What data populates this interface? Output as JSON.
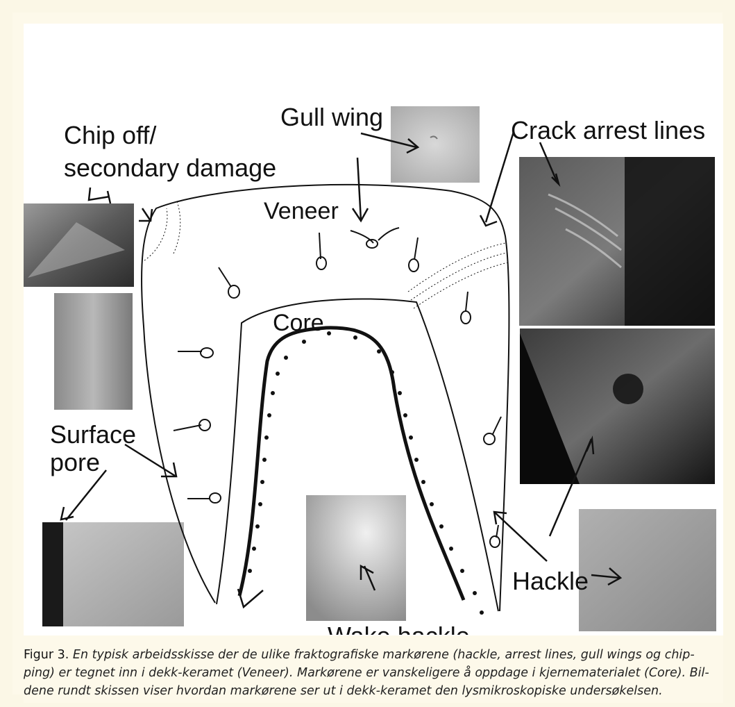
{
  "labels": {
    "chip_off": "Chip off/",
    "secondary_damage": "secondary damage",
    "gull_wing": "Gull wing",
    "crack_arrest": "Crack arrest lines",
    "veneer": "Veneer",
    "core": "Core",
    "surface": "Surface",
    "pore": "pore",
    "hackle": "Hackle",
    "wake_hackle": "Wake hackle"
  },
  "caption": {
    "label": "Figur 3.",
    "text": "En typisk arbeidsskisse der de ulike fraktografiske markørene (hackle, arrest lines, gull wings og chip-ping) er tegnet inn i dekk-keramet (Veneer). Markørene er vanskeligere å oppdage i kjernematerialet (Core). Bil-dene rundt skissen viser hvordan markørene ser ut i dekk-keramet den lysmikroskopiske undersøkelsen."
  },
  "colors": {
    "background": "#fbf7e6",
    "panel": "#ffffff",
    "ink": "#111111"
  }
}
